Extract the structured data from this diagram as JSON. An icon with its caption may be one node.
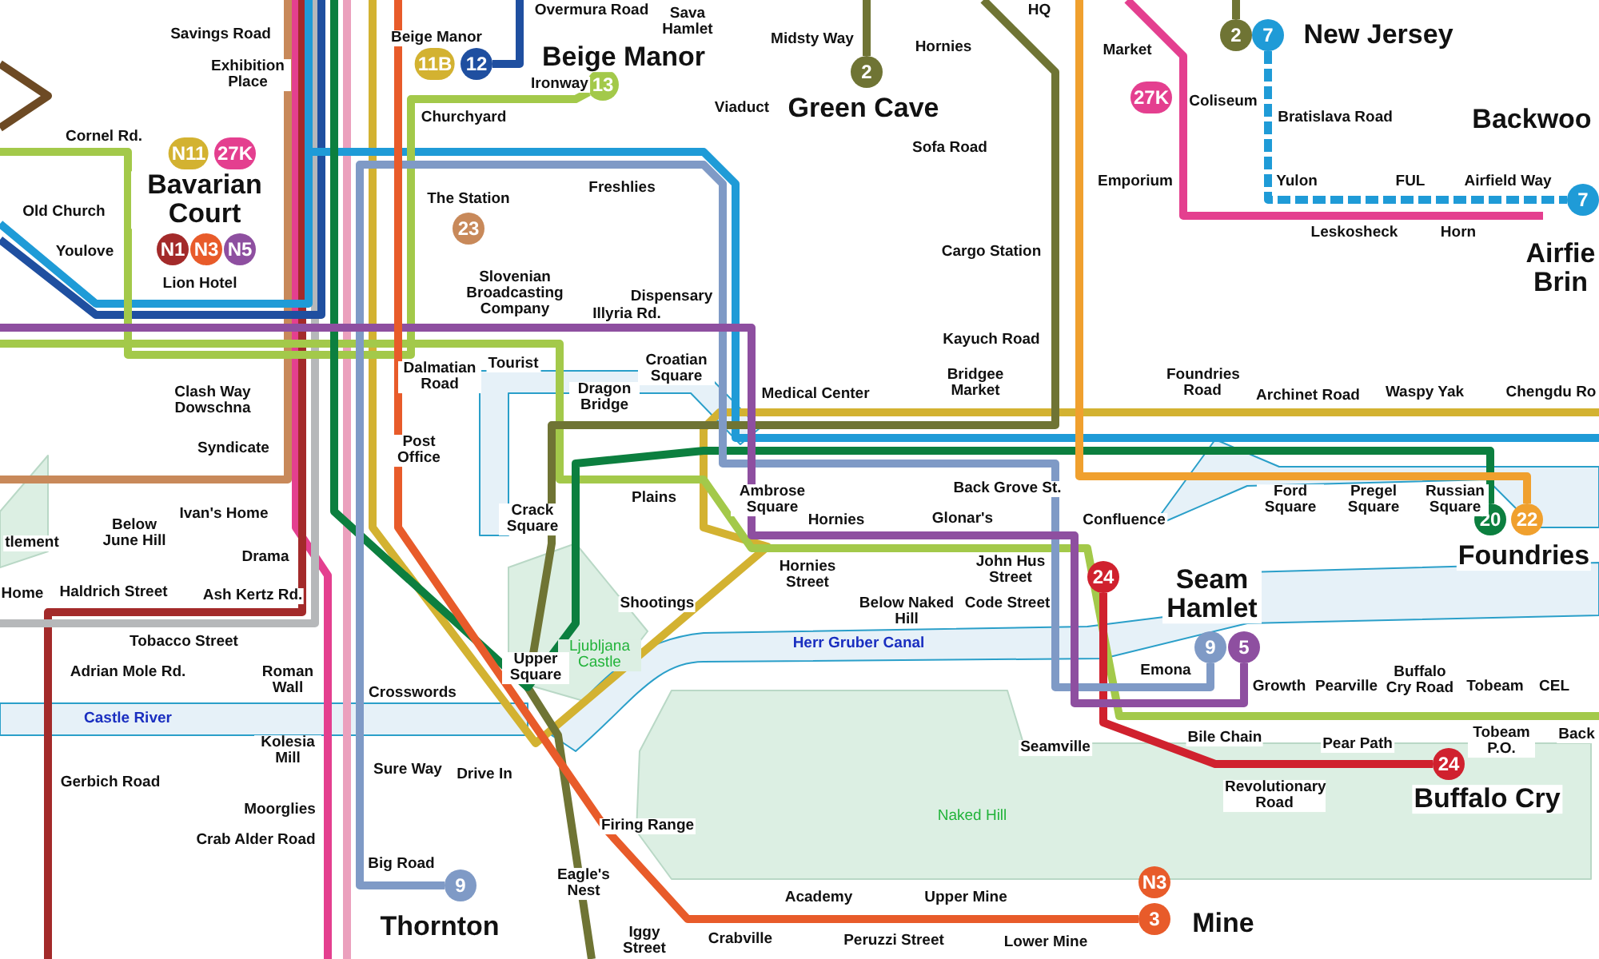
{
  "diagram": {
    "nodes": [
      {
        "text": [
          "11B"
        ]
      },
      {
        "text": [
          "12"
        ]
      },
      {
        "text": [
          "13"
        ]
      },
      {
        "text": [
          "2"
        ]
      },
      {
        "text": [
          "2"
        ]
      },
      {
        "text": [
          "7"
        ]
      },
      {
        "text": [
          "N11"
        ]
      },
      {
        "text": [
          "27K"
        ]
      },
      {
        "text": [
          "27K"
        ]
      },
      {
        "text": [
          "7"
        ]
      },
      {
        "text": [
          "23"
        ]
      },
      {
        "text": [
          "N1"
        ]
      },
      {
        "text": [
          "N3"
        ]
      },
      {
        "text": [
          "N5"
        ]
      },
      {
        "text": [
          "20"
        ]
      },
      {
        "text": [
          "22"
        ]
      },
      {
        "text": [
          "24"
        ]
      },
      {
        "text": [
          "9"
        ]
      },
      {
        "text": [
          "5"
        ]
      },
      {
        "text": [
          "24"
        ]
      },
      {
        "text": [
          "N3"
        ]
      },
      {
        "text": [
          "9"
        ]
      },
      {
        "text": [
          "3"
        ]
      }
    ],
    "edges": [
      {
        "from": null,
        "to": 1,
        "arrow": "none",
        "color": "#1f4fa0"
      },
      {
        "from": null,
        "to": 2,
        "arrow": "none",
        "color": "#a3c94a"
      },
      {
        "from": null,
        "to": 3,
        "arrow": "none",
        "color": "#6f7434"
      },
      {
        "from": null,
        "to": 4,
        "arrow": "none",
        "color": "#6f7434"
      },
      {
        "from": 5,
        "to": 9,
        "arrow": "none",
        "style": "dashed",
        "color": "#1f9bd7"
      },
      {
        "from": null,
        "to": 14,
        "arrow": "none",
        "color": "#0c7f3f"
      },
      {
        "from": null,
        "to": 15,
        "arrow": "none",
        "color": "#f0a02e"
      },
      {
        "from": 16,
        "to": 19,
        "arrow": "none",
        "color": "#d0212e"
      },
      {
        "from": 21,
        "to": 17,
        "arrow": "none",
        "color": "#7f9ac6"
      },
      {
        "from": null,
        "to": 18,
        "arrow": "none",
        "color": "#8e4fa0"
      },
      {
        "from": null,
        "to": 22,
        "arrow": "none",
        "color": "#e85b2a"
      }
    ],
    "labels": [
      "Overmura Road",
      "Sava Hamlet",
      "HQ",
      "Savings Road",
      "Beige Manor",
      "Beige Manor",
      "Midsty Way",
      "Hornies",
      "Market",
      "New Jersey",
      "Exhibition Place",
      "Ironway",
      "Churchyard",
      "Viaduct",
      "Green Cave",
      "Coliseum",
      "Bratislava Road",
      "Backwoo",
      "Cornel Rd.",
      "Sofa Road",
      "Bavarian Court",
      "The Station",
      "Freshlies",
      "Emporium",
      "Yulon",
      "FUL",
      "Airfield Way",
      "Old Church",
      "Leskosheck",
      "Horn",
      "Youlove",
      "Cargo Station",
      "Airfie Brin",
      "Lion Hotel",
      "Slovenian Broadcasting Company",
      "Illyria Rd.",
      "Dispensary",
      "Kayuch Road",
      "Clash Way Dowschna",
      "Dalmatian Road",
      "Tourist",
      "Dragon Bridge",
      "Croatian Square",
      "Medical Center",
      "Bridgee Market",
      "Foundries Road",
      "Archinet Road",
      "Waspy Yak",
      "Chengdu Ro",
      "Syndicate",
      "Post Office",
      "Back Grove St.",
      "tlement",
      "Below June Hill",
      "Ivan's Home",
      "Crack Square",
      "Plains",
      "Ambrose Square",
      "Hornies",
      "Glonar's",
      "Confluence",
      "Ford Square",
      "Pregel Square",
      "Russian Square",
      "Drama",
      "Hornies Street",
      "John Hus Street",
      "Foundries",
      "Home",
      "Haldrich Street",
      "Ash Kertz Rd.",
      "Shootings",
      "Below Naked Hill",
      "Code Street",
      "Seam Hamlet",
      "Tobacco Street",
      "Ljubljana Castle",
      "Herr Gruber Canal",
      "Adrian Mole Rd.",
      "Roman Wall",
      "Crosswords",
      "Upper Square",
      "Emona",
      "Growth",
      "Pearville",
      "Buffalo Cry Road",
      "Tobeam",
      "CEL",
      "Castle River",
      "Kolesia Mill",
      "Seamville",
      "Bile Chain",
      "Pear Path",
      "Tobeam P.O.",
      "Back",
      "Gerbich Road",
      "Sure Way",
      "Drive In",
      "Revolutionary Road",
      "Buffalo Cry",
      "Moorglies",
      "Firing Range",
      "Naked Hill",
      "Crab Alder Road",
      "Big Road",
      "Eagle's Nest",
      "Academy",
      "Upper Mine",
      "Thornton",
      "Iggy Street",
      "Crabville",
      "Peruzzi Street",
      "Lower Mine",
      "Mine"
    ]
  }
}
